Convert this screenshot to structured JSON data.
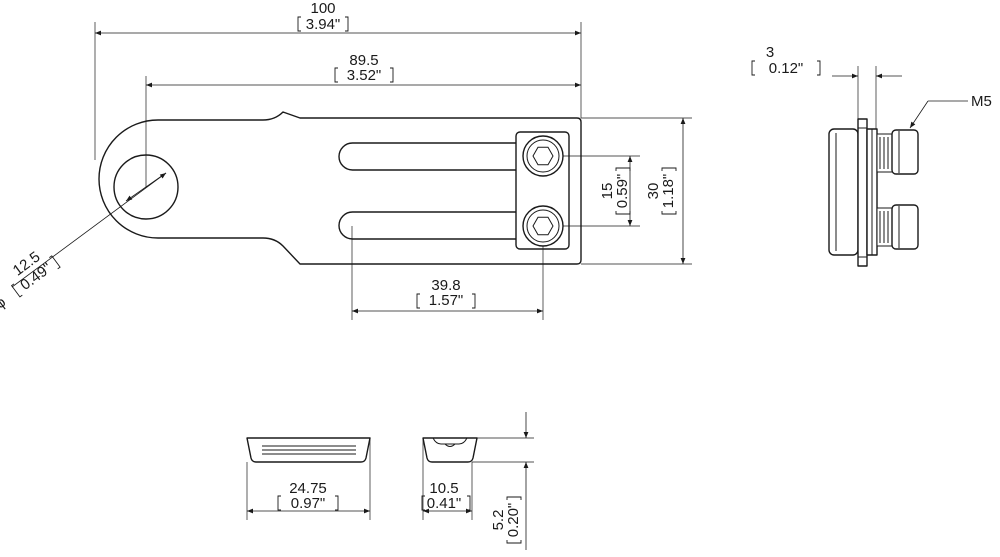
{
  "dimensions": {
    "overall_length": {
      "mm": "100",
      "inch": "3.94\""
    },
    "slot_length": {
      "mm": "89.5",
      "inch": "3.52\""
    },
    "hole_diameter": {
      "symbol": "ϕ",
      "mm": "12.5",
      "inch": "0.49\""
    },
    "screw_spacing": {
      "mm": "15",
      "inch": "0.59\""
    },
    "width": {
      "mm": "30",
      "inch": "1.18\""
    },
    "clamp_length": {
      "mm": "39.8",
      "inch": "1.57\""
    },
    "plate_thickness": {
      "mm": "3",
      "inch": "0.12\""
    },
    "nut_length": {
      "mm": "24.75",
      "inch": "0.97\""
    },
    "nut_width": {
      "mm": "10.5",
      "inch": "0.41\""
    },
    "nut_height": {
      "mm": "5.2",
      "inch": "0.20\""
    }
  },
  "callouts": {
    "thread": "M5"
  }
}
